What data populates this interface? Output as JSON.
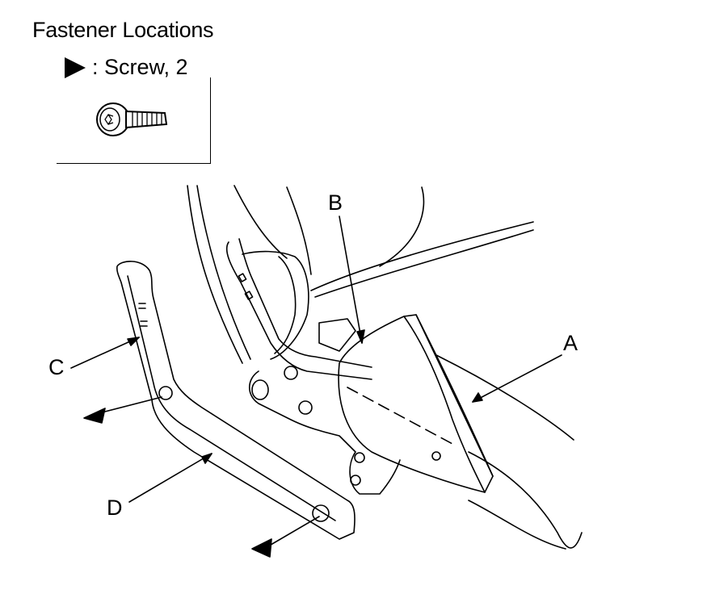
{
  "title": "Fastener Locations",
  "legend": {
    "symbol": "triangle-arrow-icon",
    "text": ": Screw, 2"
  },
  "callouts": {
    "a": "A",
    "b": "B",
    "c": "C",
    "d": "D"
  }
}
